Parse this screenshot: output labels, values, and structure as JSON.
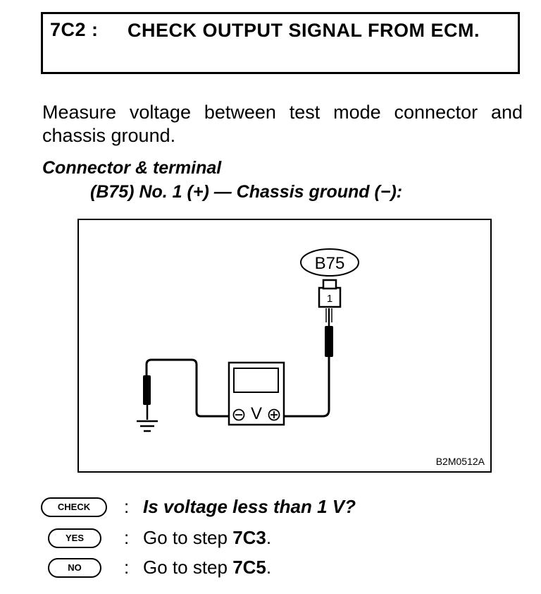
{
  "step": {
    "code": "7C2 :",
    "title": "CHECK OUTPUT SIGNAL FROM ECM."
  },
  "instruction": "Measure voltage between test mode connector and chassis ground.",
  "connector": {
    "heading": "Connector & terminal",
    "spec": "(B75) No. 1 (+) — Chassis ground (−):"
  },
  "diagram": {
    "connector_label": "B75",
    "pin_number": "1",
    "meter_symbol": "V",
    "figure_code": "B2M0512A"
  },
  "rows": {
    "check": {
      "badge": "CHECK",
      "colon": ":",
      "text": "Is voltage less than 1 V?"
    },
    "yes": {
      "badge": "YES",
      "colon": ":",
      "prefix": "Go to step ",
      "target": "7C3",
      "suffix": "."
    },
    "no": {
      "badge": "NO",
      "colon": ":",
      "prefix": "Go to step ",
      "target": "7C5",
      "suffix": "."
    }
  }
}
